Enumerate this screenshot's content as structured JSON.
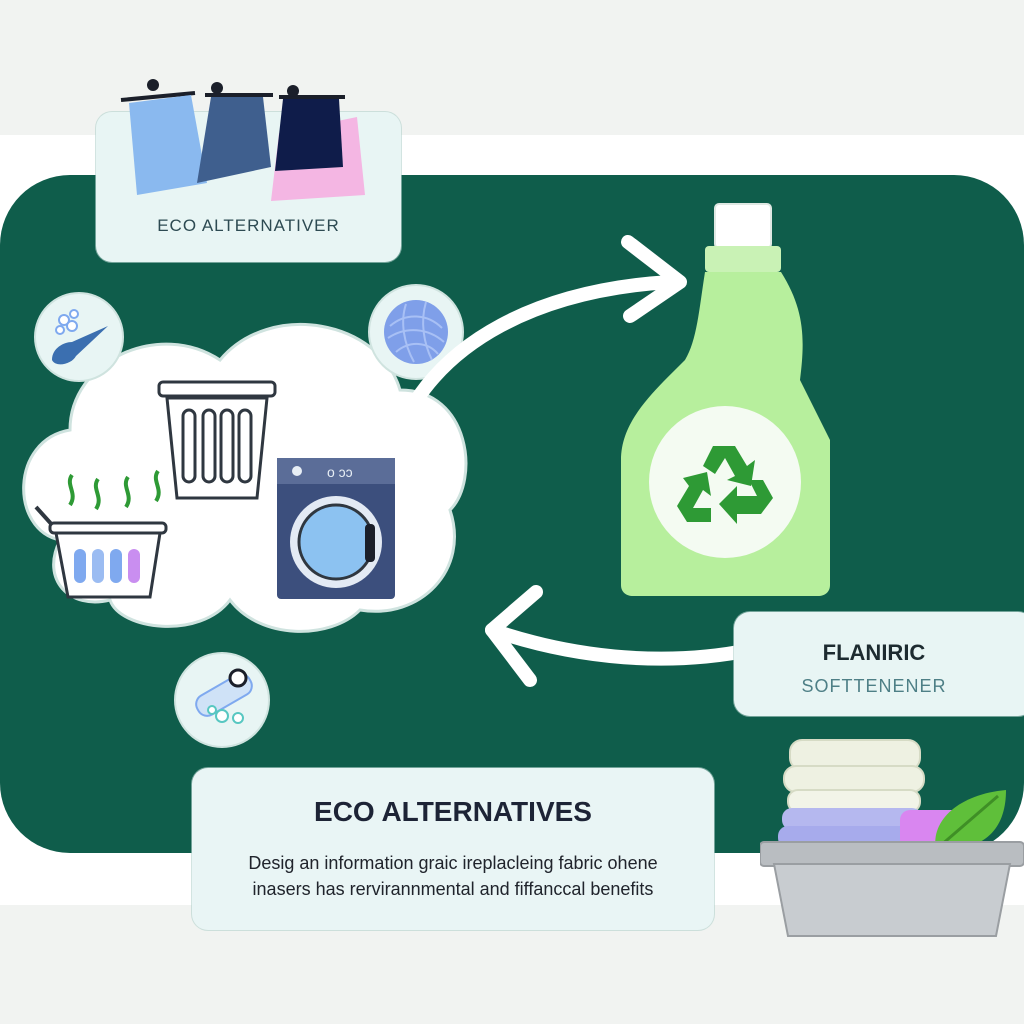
{
  "labels": {
    "top_card": "ECO ALTERNATIVER",
    "right_card_line1": "FLANIRIC",
    "right_card_line2": "SOFTTENENER",
    "bottom_card_title": "ECO ALTERNATIVES",
    "bottom_card_body": "Desig an information graic ireplacleing fabric ohene inasers has rervirannmental and fiffanccal benefits"
  },
  "icons": [
    "hanging-clothes-icon",
    "water-drop-icon",
    "dryer-ball-icon",
    "laundry-bin-icon",
    "steaming-basket-icon",
    "washing-machine-icon",
    "softener-bottle-icon",
    "recycle-icon",
    "stain-remover-icon",
    "folded-laundry-basket-icon",
    "leaf-icon",
    "arrow-icon"
  ],
  "colors": {
    "panel_green": "#0f5d4b",
    "bottle_green": "#b7ef9d",
    "recycle_green": "#2e9a35",
    "card_bg": "#e8f5f4"
  }
}
